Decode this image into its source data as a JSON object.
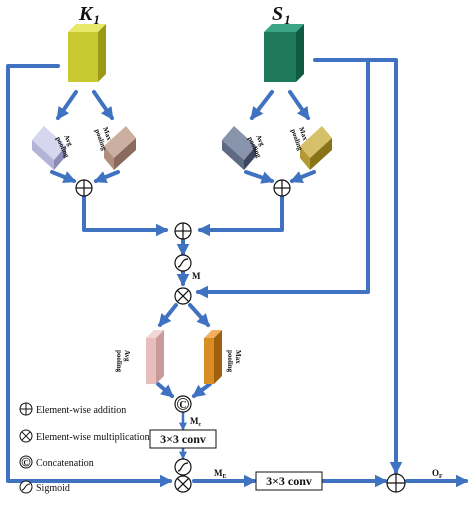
{
  "inputs": {
    "k": {
      "symbol": "K",
      "subscript": "1",
      "color": "#c8c830"
    },
    "s": {
      "symbol": "S",
      "subscript": "1",
      "color": "#1f7a5c"
    }
  },
  "pooling": {
    "avg_label_1": "Avg",
    "avg_label_2": "pooling",
    "max_label_1": "Max",
    "max_label_2": "pooling"
  },
  "operators": {
    "add_symbol": "+",
    "concat_symbol": "C"
  },
  "labels": {
    "m": "M",
    "mc_main": "M",
    "mc_sub": "c",
    "me_main": "M",
    "me_sub": "E",
    "of_main": "O",
    "of_sub": "F"
  },
  "conv_boxes": {
    "conv1": "3×3 conv",
    "conv2": "3×3 conv"
  },
  "legend": {
    "addition": "Element-wise addition",
    "multiplication": "Element-wise multiplication",
    "concatenation": "Concatenation",
    "sigmoid": "Sigmoid"
  },
  "colors": {
    "arrow": "#3f72c0",
    "avg_left": "#b3b3d6",
    "max_left": "#b08e7e",
    "avg_right": "#5d6a82",
    "max_right": "#b39a35",
    "avg_mid": "#e8bdbd",
    "max_mid": "#d88e25"
  }
}
